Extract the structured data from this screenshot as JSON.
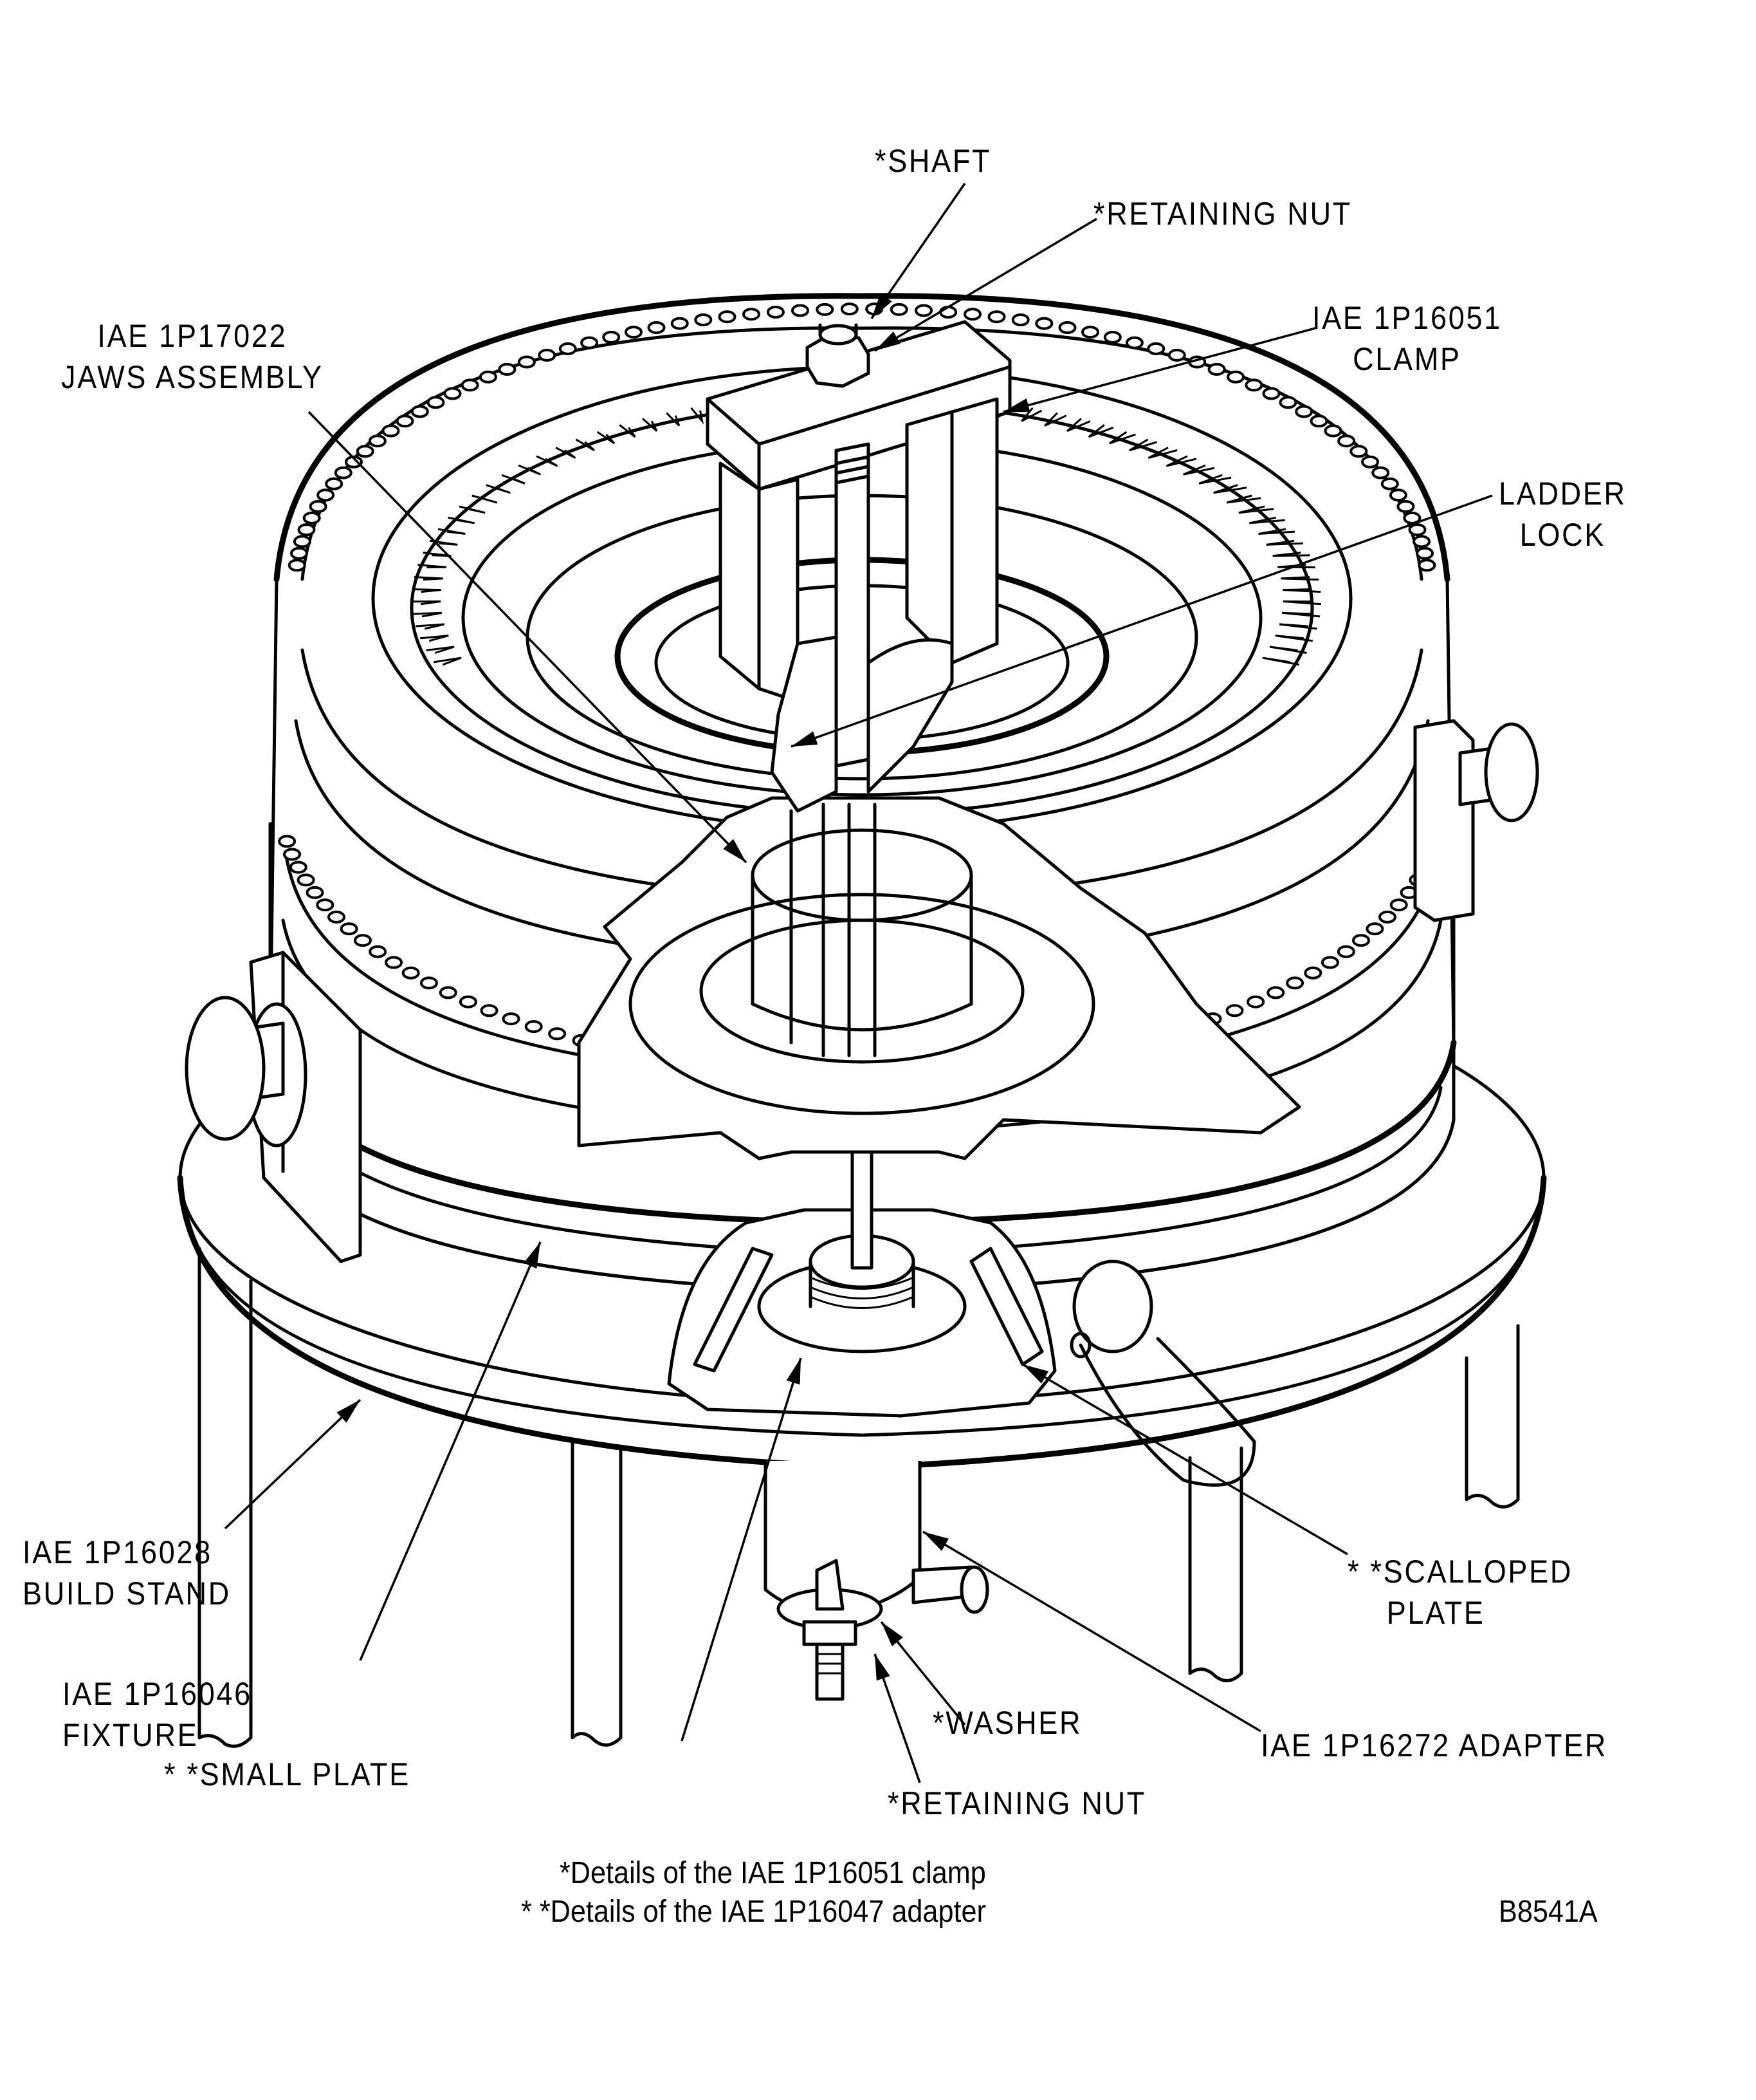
{
  "figure": {
    "figure_id": "B8541A",
    "colors": {
      "ink": "#000000",
      "paper": "#ffffff"
    }
  },
  "callouts": {
    "shaft": "*SHAFT",
    "retaining_nut_top": "*RETAINING NUT",
    "clamp": "IAE 1P16051\nCLAMP",
    "jaws_assembly": "IAE 1P17022\nJAWS ASSEMBLY",
    "ladder_lock": "LADDER\nLOCK",
    "build_stand": "IAE 1P16028\nBUILD STAND",
    "fixture": "IAE 1P16046\nFIXTURE",
    "small_plate": "* *SMALL PLATE",
    "washer": "*WASHER",
    "retaining_nut_bottom": "*RETAINING NUT",
    "adapter": "IAE 1P16272 ADAPTER",
    "scalloped_plate": "* *SCALLOPED\n    PLATE"
  },
  "footnotes": {
    "single_asterisk": "*Details of the IAE 1P16051 clamp",
    "double_asterisk": "* *Details of the IAE 1P16047 adapter"
  }
}
